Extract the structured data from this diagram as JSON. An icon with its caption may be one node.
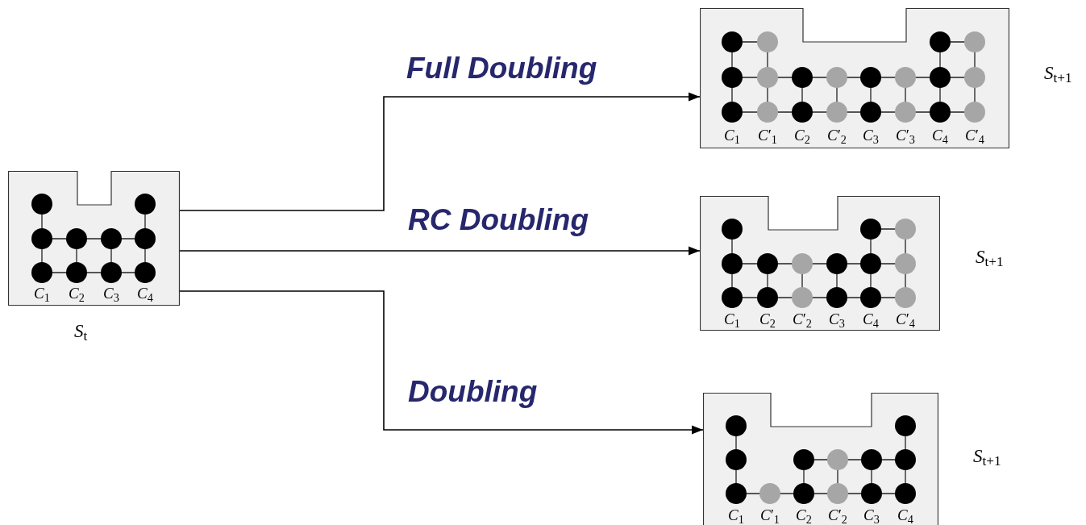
{
  "diagram": {
    "nodes": [
      {
        "text": [
          "*C*$_{1}$",
          "*C*$_{2}$",
          "*C*$_{3}$",
          "*C*$_{4}$"
        ],
        "beside": [
          "*S*$_{t}$"
        ]
      },
      {
        "text": [
          "*C*$_{1}$",
          "*C*′$_{1}$",
          "*C*$_{2}$",
          "*C*′$_{2}$",
          "*C*$_{3}$",
          "*C*′$_{3}$",
          "*C*$_{4}$",
          "*C*′$_{4}$"
        ],
        "beside": [
          "*S*$_{t+1}$"
        ]
      },
      {
        "text": [
          "*C*$_{1}$",
          "*C*$_{2}$",
          "*C*′$_{2}$",
          "*C*$_{3}$",
          "*C*$_{4}$",
          "*C*′$_{4}$"
        ],
        "beside": [
          "*S*$_{t+1}$"
        ]
      },
      {
        "text": [
          "*C*$_{1}$",
          "*C*′$_{1}$",
          "*C*$_{2}$",
          "*C*′$_{2}$",
          "*C*$_{3}$",
          "*C*$_{4}$"
        ],
        "beside": [
          "*S*$_{t+1}$"
        ]
      }
    ],
    "edges": [
      {
        "from": 0,
        "to": 1,
        "arrow": "to",
        "label": "Full Doubling"
      },
      {
        "from": 0,
        "to": 2,
        "arrow": "to",
        "label": "RC Doubling"
      },
      {
        "from": 0,
        "to": 3,
        "arrow": "to",
        "label": "Doubling"
      }
    ]
  }
}
